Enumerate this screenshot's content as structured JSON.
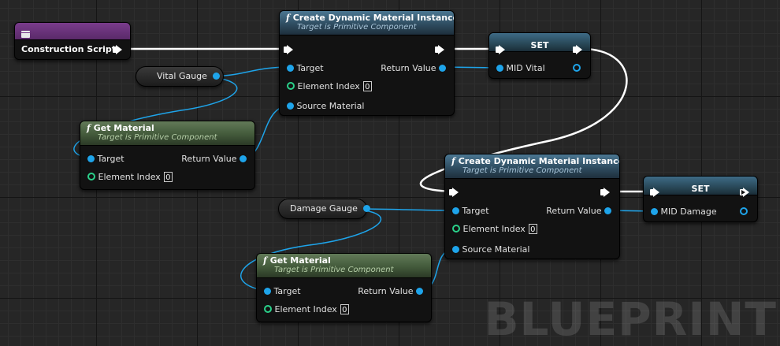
{
  "nodes": {
    "construction": {
      "title": "Construction Script"
    },
    "cdmi1": {
      "title": "Create Dynamic Material Instance",
      "subtitle": "Target is Primitive Component",
      "target": "Target",
      "element_index": "Element Index",
      "element_index_value": "0",
      "source_material": "Source Material",
      "return_value": "Return Value"
    },
    "set1": {
      "title": "SET",
      "var": "MID Vital"
    },
    "vital_gauge": {
      "label": "Vital Gauge"
    },
    "getmat1": {
      "title": "Get Material",
      "subtitle": "Target is Primitive Component",
      "target": "Target",
      "element_index": "Element Index",
      "element_index_value": "0",
      "return_value": "Return Value"
    },
    "cdmi2": {
      "title": "Create Dynamic Material Instance",
      "subtitle": "Target is Primitive Component",
      "target": "Target",
      "element_index": "Element Index",
      "element_index_value": "0",
      "source_material": "Source Material",
      "return_value": "Return Value"
    },
    "set2": {
      "title": "SET",
      "var": "MID Damage"
    },
    "damage_gauge": {
      "label": "Damage Gauge"
    },
    "getmat2": {
      "title": "Get Material",
      "subtitle": "Target is Primitive Component",
      "target": "Target",
      "element_index": "Element Index",
      "element_index_value": "0",
      "return_value": "Return Value"
    }
  },
  "watermark": "BLUEPRINT",
  "colors": {
    "background": "#262626",
    "object_pin": "#1ea4ea",
    "int_pin": "#2ad18a",
    "exec_wire": "#ffffff",
    "function_header": "#2f4d61",
    "pure_header": "#435a3b",
    "event_header": "#5a2a69"
  }
}
